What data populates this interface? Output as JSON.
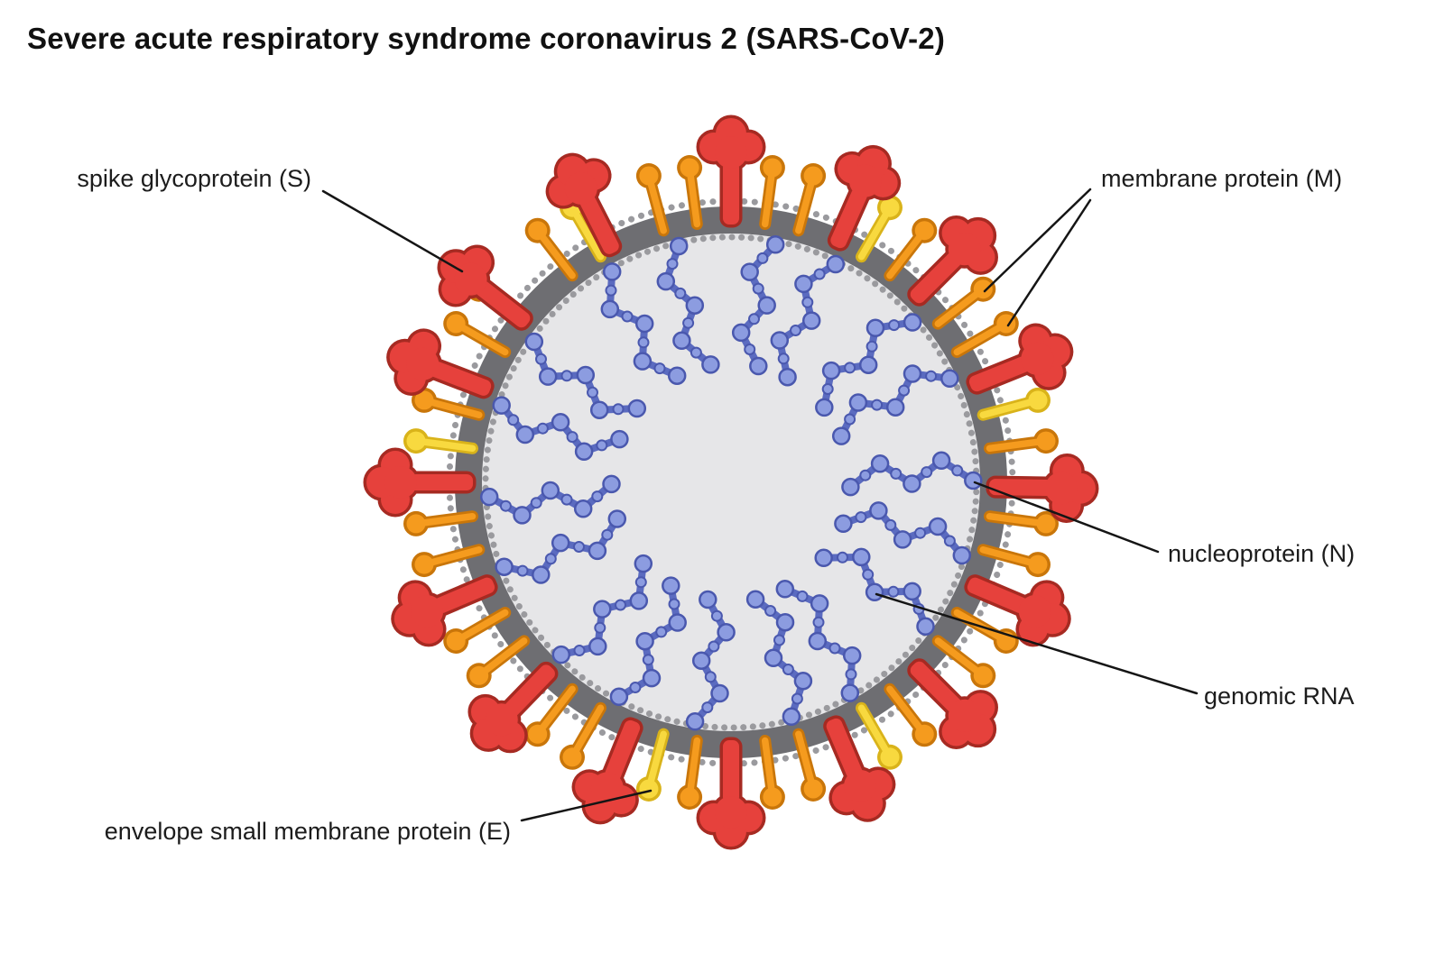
{
  "title": "Severe acute respiratory syndrome coronavirus 2 (SARS-CoV-2)",
  "labels": {
    "spike": "spike glycoprotein (S)",
    "membrane": "membrane protein (M)",
    "nucleoprotein": "nucleoprotein (N)",
    "genomic_rna": "genomic RNA",
    "envelope": "envelope small membrane protein (E)"
  },
  "colors": {
    "background": "#ffffff",
    "title_text": "#111111",
    "label_text": "#1c1c1c",
    "leader_line": "#151515",
    "interior": "#e6e6e8",
    "membrane_ring": "#6e6e72",
    "membrane_dots": "#9a9a9e",
    "spike_fill": "#e6413c",
    "spike_outline": "#a62a22",
    "m_protein_fill": "#f59b1e",
    "m_protein_outline": "#c9760a",
    "e_protein_fill": "#f8d93f",
    "e_protein_outline": "#d9b31a",
    "rna_strand": "#5b6bc0",
    "rna_bead_fill": "#8c9ce0",
    "rna_bead_outline": "#4a58ae"
  },
  "structure": {
    "spike_count": 16,
    "membrane_stalk_count": 32,
    "envelope_stalk_positions": [
      2,
      6,
      13,
      17,
      24,
      29
    ],
    "rna_strand_count": 18
  }
}
